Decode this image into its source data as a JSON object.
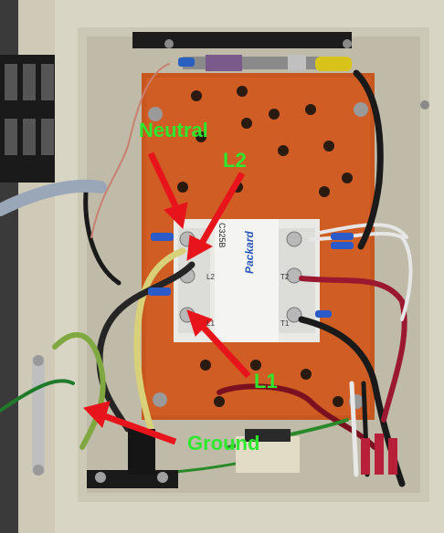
{
  "annotations": {
    "neutral": "Neutral",
    "l2": "L2",
    "l1": "L1",
    "ground": "Ground"
  },
  "contactor": {
    "brand": "Packard",
    "model": "C325B",
    "terminal_l1": "L1",
    "terminal_l2": "L2",
    "terminal_t1": "T1",
    "terminal_t2": "T2"
  },
  "colors": {
    "label_green": "#2ee82e",
    "arrow_red": "#e8141c",
    "backplate": "#c8561f",
    "enclosure": "#d8d5c4"
  }
}
